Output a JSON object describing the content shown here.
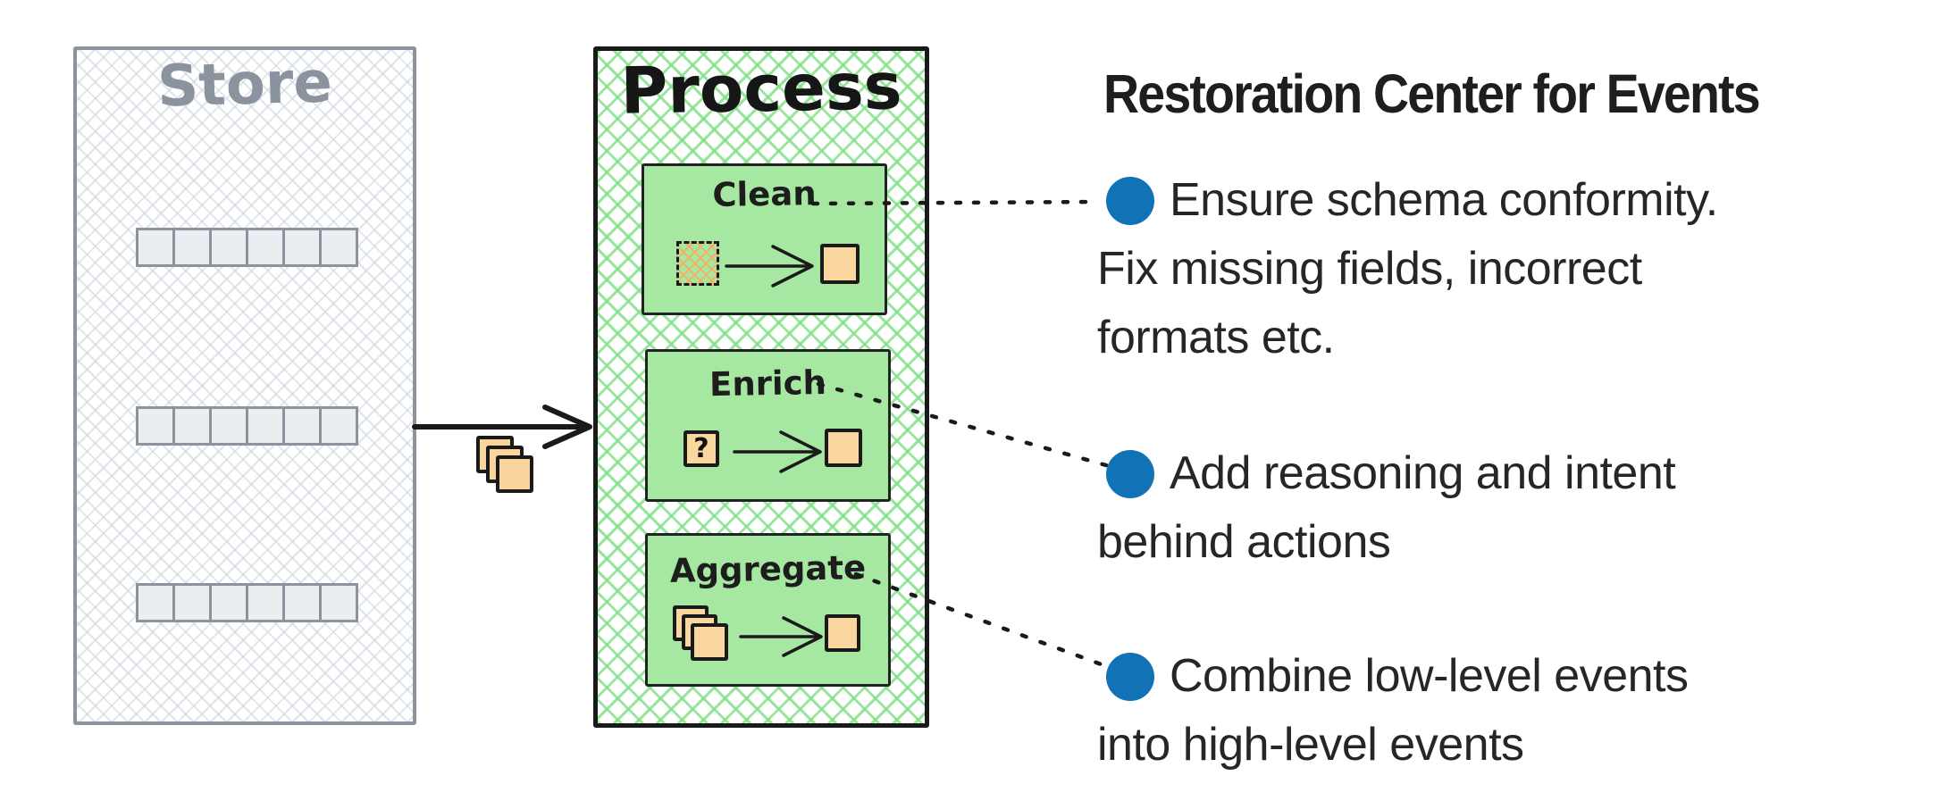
{
  "title": "Restoration Center for Events",
  "store": {
    "label": "Store",
    "rows": 3,
    "cells_per_row": 6
  },
  "process": {
    "label": "Process",
    "steps": [
      {
        "label": "Clean"
      },
      {
        "label": "Enrich",
        "box_label": "?"
      },
      {
        "label": "Aggregate"
      }
    ]
  },
  "bullets": [
    {
      "lines": [
        "Ensure schema conformity.",
        "Fix missing fields, incorrect",
        "formats etc."
      ]
    },
    {
      "lines": [
        "Add reasoning and intent",
        "behind actions"
      ]
    },
    {
      "lines": [
        "Combine low-level events",
        "into high-level events"
      ]
    }
  ],
  "colors": {
    "bullet_blue": "#1173b5",
    "step_green_fill": "#a6e7a1",
    "green_hatch": "#7ee085",
    "orange_fill": "#fbd7a0",
    "store_gray": "#8a939e",
    "ink_black": "#1a1a1a"
  }
}
